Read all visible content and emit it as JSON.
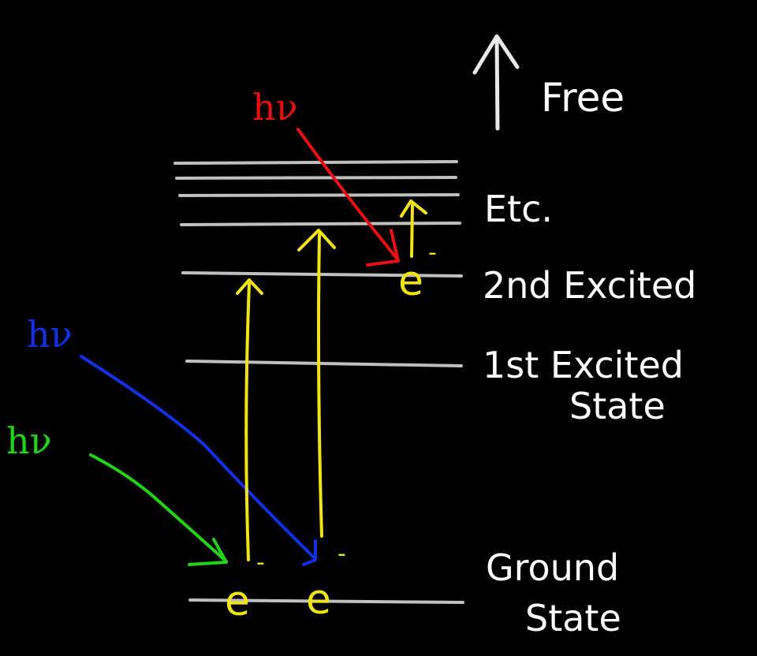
{
  "labels": {
    "free": "Free",
    "etc": "Etc.",
    "second_excited": "2nd Excited",
    "first_excited_line1": "1st Excited",
    "first_excited_line2": "State",
    "ground_line1": "Ground",
    "ground_line2": "State"
  },
  "photons": {
    "red": "hν",
    "blue": "hν",
    "green": "hν"
  },
  "electrons": {
    "symbol": "e",
    "charge": "-"
  },
  "colors": {
    "background": "#000000",
    "chalk_white": "#e8e8e8",
    "level_line": "#cfcfcf",
    "red": "#e81010",
    "blue": "#1430e6",
    "green": "#22d418",
    "yellow": "#f2e316"
  }
}
